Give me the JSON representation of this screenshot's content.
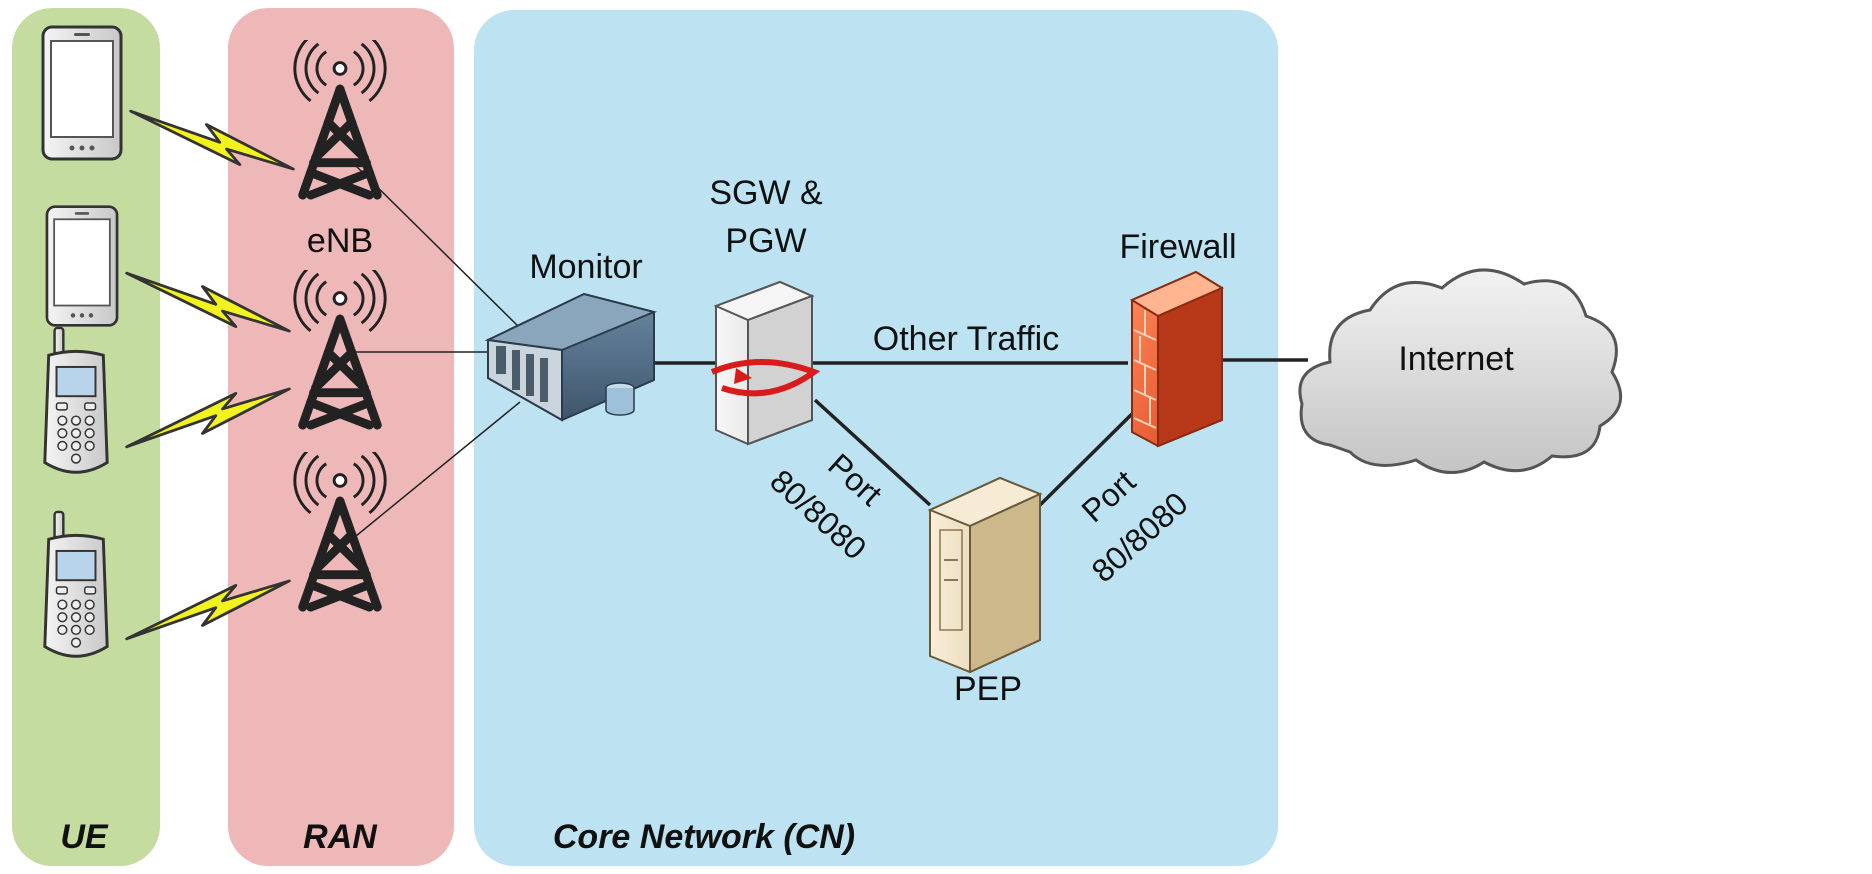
{
  "zones": {
    "ue": "UE",
    "ran": "RAN",
    "core": "Core Network (CN)"
  },
  "nodes": {
    "enb": "eNB",
    "monitor": "Monitor",
    "sgw_line1": "SGW &",
    "sgw_line2": "PGW",
    "firewall": "Firewall",
    "internet": "Internet",
    "pep": "PEP"
  },
  "links": {
    "other_traffic": "Other Traffic",
    "port_left_1": "Port",
    "port_left_2": "80/8080",
    "port_right_1": "Port",
    "port_right_2": "80/8080"
  },
  "colors": {
    "ue_zone": "#c5dca0",
    "ran_zone": "#eeb8b8",
    "core_zone": "#bde3f2",
    "lightning": "#f2f21e",
    "firewall": "#f0643c",
    "internet_cloud": "#d9d9d9"
  },
  "icons": [
    "smartphone-icon",
    "feature-phone-icon",
    "cell-tower-icon",
    "monitor-server-icon",
    "gateway-server-icon",
    "firewall-icon",
    "pep-server-icon",
    "cloud-icon",
    "lightning-icon"
  ]
}
